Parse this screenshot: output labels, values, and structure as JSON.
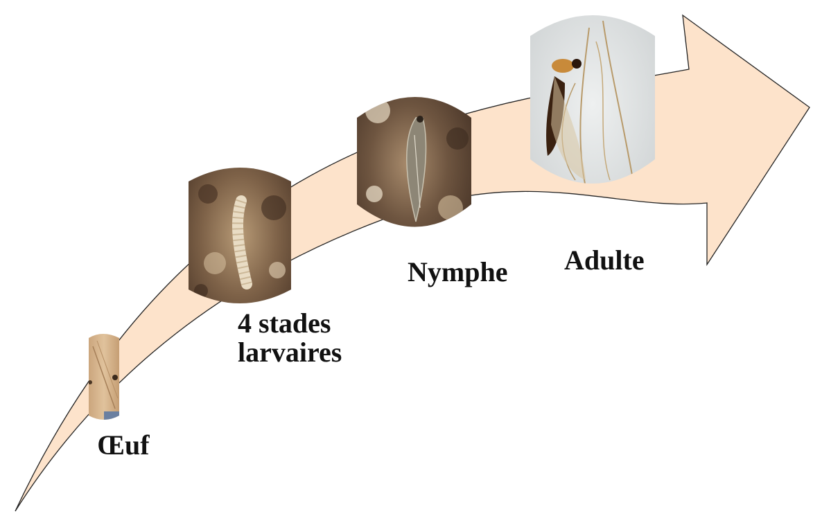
{
  "arrow": {
    "fill": "#fde3cb",
    "stroke": "#222222"
  },
  "stages": [
    {
      "id": "egg",
      "label": "Œuf",
      "photo": "egg-photo"
    },
    {
      "id": "larva",
      "label_line1": "4 stades",
      "label_line2": "larvaires",
      "photo": "larva-photo"
    },
    {
      "id": "nymph",
      "label": "Nymphe",
      "photo": "pupa-photo"
    },
    {
      "id": "adult",
      "label": "Adulte",
      "photo": "adult-midge-photo"
    }
  ]
}
